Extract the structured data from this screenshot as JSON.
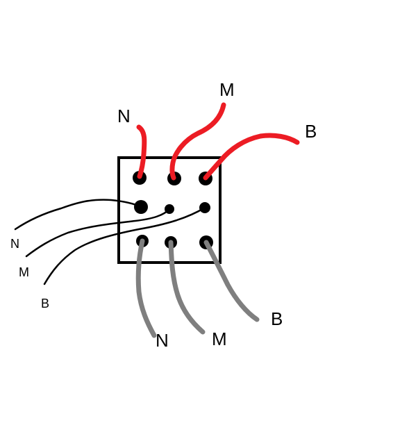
{
  "colors": {
    "background": "#ffffff",
    "box": "#000000",
    "terminal": "#000000",
    "top_wires": "#ec1c24",
    "left_wires": "#000000",
    "bottom_wires": "#7f7f7f"
  },
  "top_labels": {
    "n": "N",
    "m": "M",
    "b": "B"
  },
  "left_labels": {
    "n": "N",
    "m": "M",
    "b": "B"
  },
  "bottom_labels": {
    "n": "N",
    "m": "M",
    "b": "B"
  }
}
